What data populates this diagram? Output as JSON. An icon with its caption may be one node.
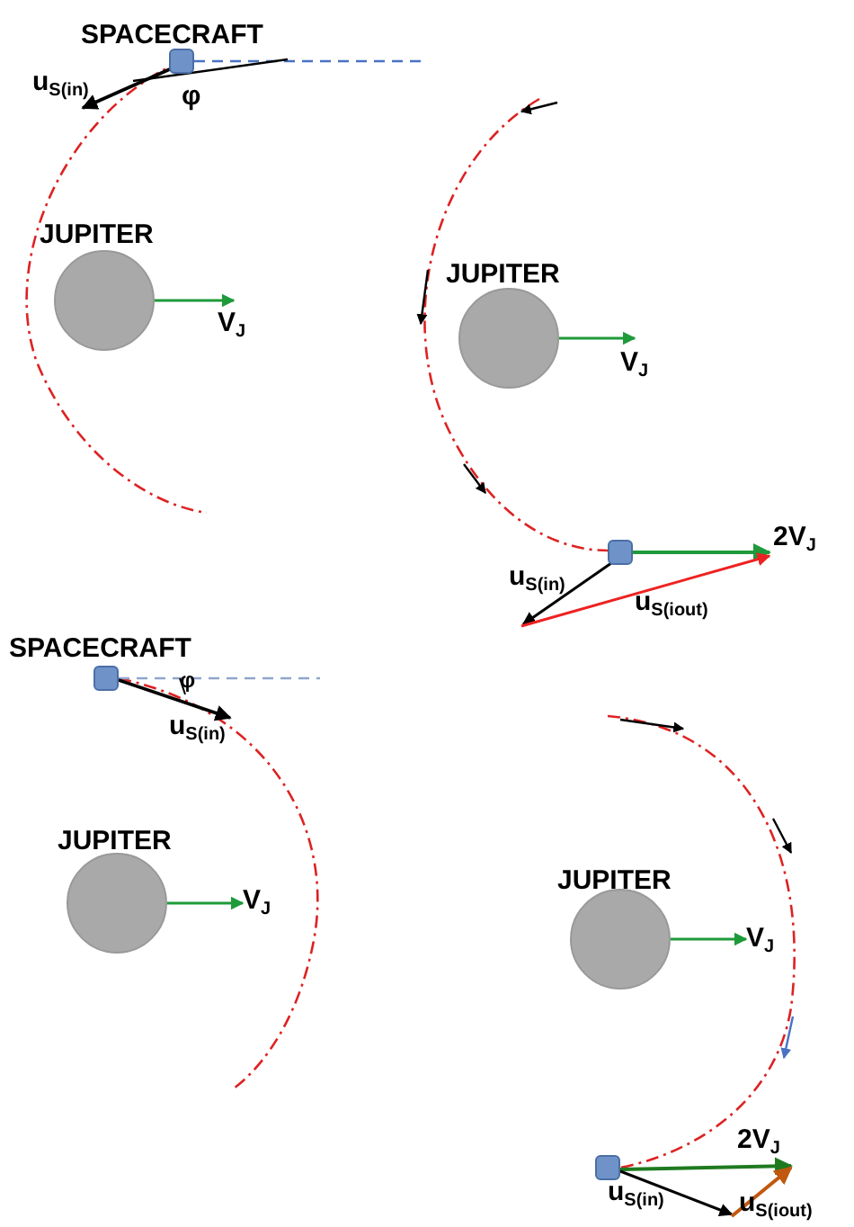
{
  "diagram": {
    "nodes": [
      {
        "text": [
          "SPACECRAFT"
        ]
      },
      {
        "text": [
          "JUPITER"
        ]
      },
      {
        "text": [
          "JUPITER"
        ]
      },
      {
        "text": [],
        "shape": "box"
      },
      {
        "text": [
          "SPACECRAFT"
        ]
      },
      {
        "text": [
          "JUPITER"
        ]
      },
      {
        "text": [
          "JUPITER"
        ]
      },
      {
        "text": [],
        "shape": "box"
      }
    ],
    "labels": [
      "u$_{S(in)}$",
      "φ",
      "V$_{J}$",
      "V$_{J}$",
      "2V$_{J}$",
      "u$_{S(in)}$",
      "u$_{S(iout)}$",
      "φ",
      "u$_{S(in)}$",
      "V$_{J}$",
      "V$_{J}$",
      "2V$_{J}$",
      "u$_{S(in)}$",
      "u$_{S(iout)}$"
    ]
  }
}
